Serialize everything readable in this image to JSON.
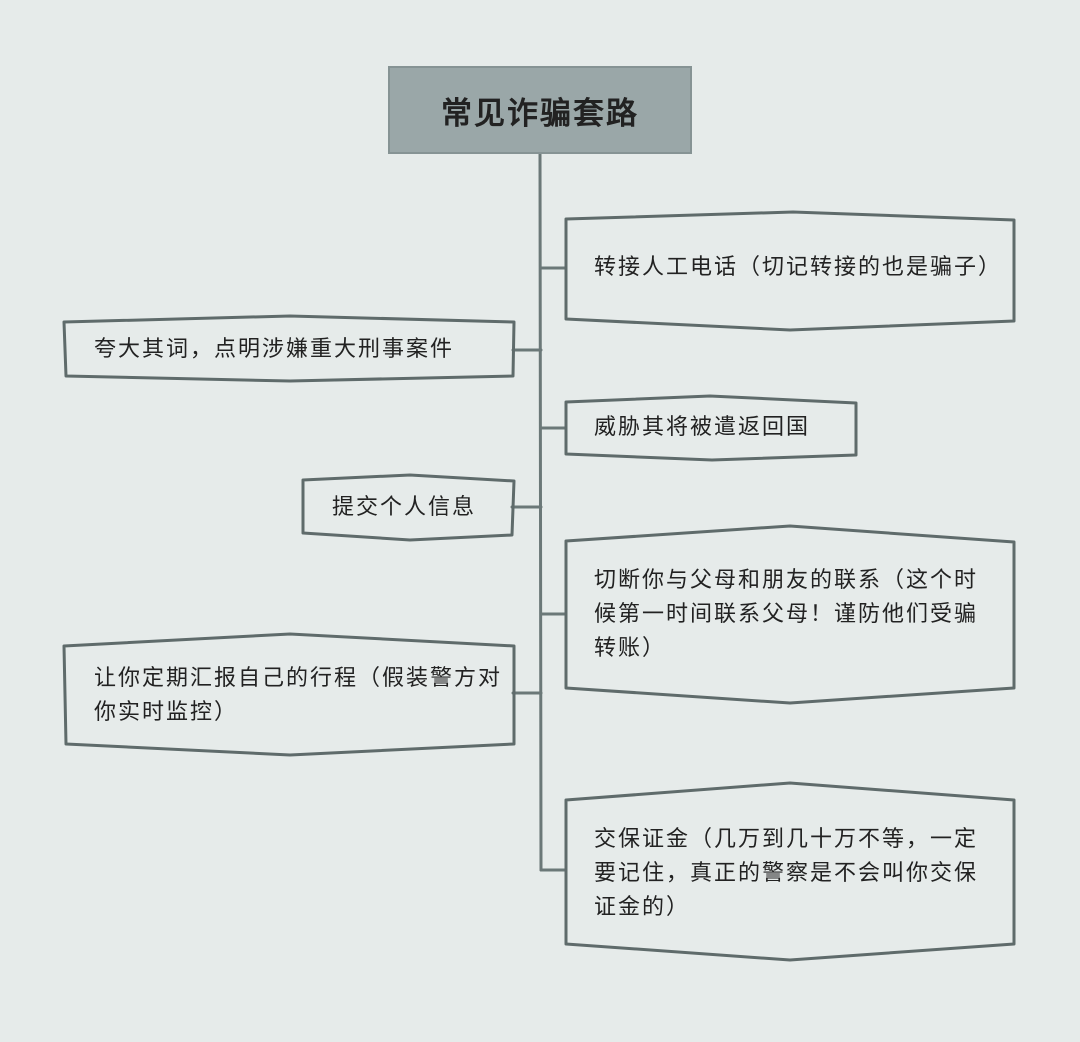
{
  "title": "常见诈骗套路",
  "nodes": [
    {
      "text": "转接人工电话（切记转接的也是骗子）"
    },
    {
      "text": "夸大其词，点明涉嫌重大刑事案件"
    },
    {
      "text": "威胁其将被遣返回国"
    },
    {
      "text": "提交个人信息"
    },
    {
      "text": "切断你与父母和朋友的联系（这个时候第一时间联系父母！谨防他们受骗转账）"
    },
    {
      "text": "让你定期汇报自己的行程（假装警方对你实时监控）"
    },
    {
      "text": "交保证金（几万到几十万不等，一定要记住，真正的警察是不会叫你交保证金的）"
    }
  ]
}
